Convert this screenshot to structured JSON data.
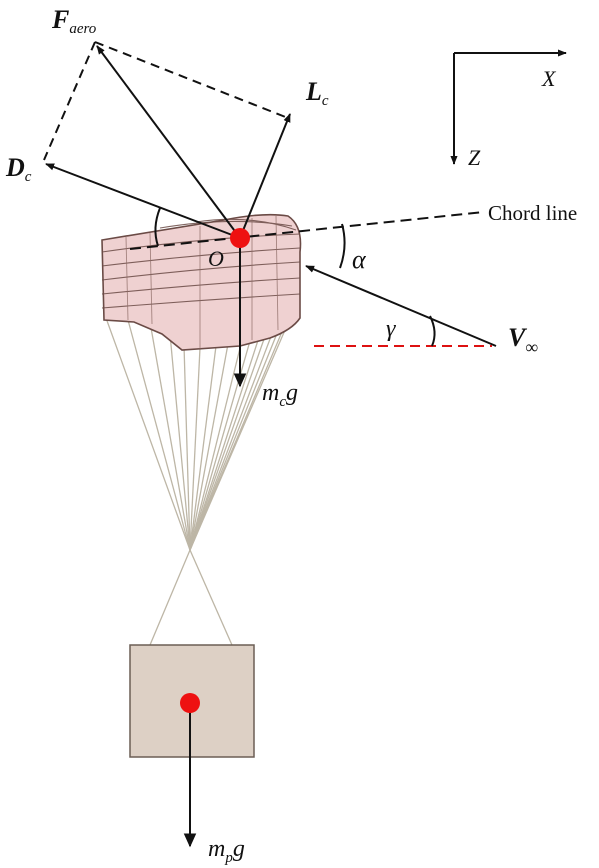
{
  "labels": {
    "f_main": "F",
    "f_sub": "aero",
    "l_main": "L",
    "l_sub": "c",
    "d_main": "D",
    "d_sub": "c",
    "origin": "O",
    "alpha": "α",
    "gamma": "γ",
    "v_main": "V",
    "v_sub": "∞",
    "mc_main": "m",
    "mc_sub": "c",
    "mc_tail": "g",
    "mp_main": "m",
    "mp_sub": "p",
    "mp_tail": "g",
    "chord": "Chord line",
    "x_axis": "X",
    "z_axis": "Z"
  },
  "colors": {
    "ink": "#111111",
    "canopy_fill": "#efd1d1",
    "canopy_edge": "#6b4b46",
    "lines": "#bdb6a6",
    "payload_fill": "#ddd0c5",
    "center_mass": "#ee1111",
    "horizon_dash": "#dd1111"
  }
}
